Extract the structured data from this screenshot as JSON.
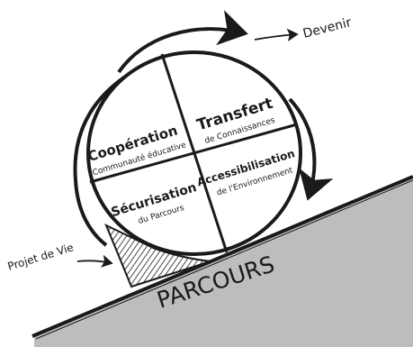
{
  "labels": {
    "devenir": "Devenir",
    "projet_de_vie": "Projet de Vie",
    "parcours": "PARCOURS"
  },
  "quadrants": {
    "cooperation": {
      "title": "Coopération",
      "subtitle": "Communauté éducative"
    },
    "transfert": {
      "title": "Transfert",
      "subtitle": "de Connaissances"
    },
    "securisation": {
      "title": "Sécurisation",
      "subtitle": "du Parcours"
    },
    "accessibilisation": {
      "title": "Accessibilisation",
      "subtitle": "de l'Environnement"
    }
  },
  "colors": {
    "ink": "#1a1a1a",
    "slope": "#bdbdbd",
    "background": "#ffffff"
  }
}
